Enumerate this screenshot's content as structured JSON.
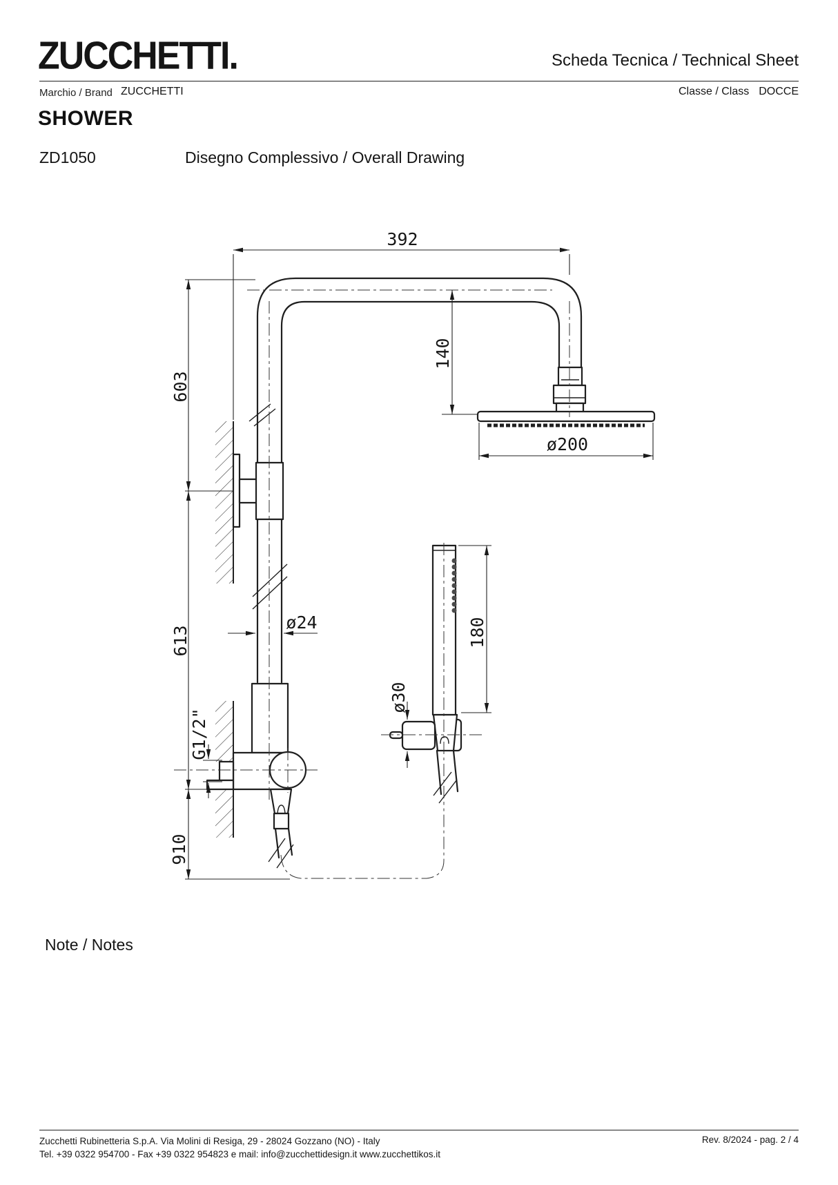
{
  "header": {
    "logo": "ZUCCHETTI.",
    "sheet_title": "Scheda Tecnica / Technical Sheet",
    "brand_label": "Marchio / Brand",
    "brand_value": "ZUCCHETTI",
    "class_label": "Classe / Class",
    "class_value": "DOCCE"
  },
  "product": {
    "category": "SHOWER",
    "code": "ZD1050",
    "drawing_title": "Disegno Complessivo / Overall Drawing"
  },
  "drawing": {
    "dimensions": {
      "top_arm_width": "392",
      "head_drop": "140",
      "upper_height": "603",
      "head_diameter": "ø200",
      "mid_height": "613",
      "pipe_diameter": "ø24",
      "handshower_length": "180",
      "holder_diameter": "ø30",
      "inlet_thread": "G1/2\"",
      "lower_height": "910"
    }
  },
  "notes": {
    "label": "Note / Notes"
  },
  "footer": {
    "address": "Zucchetti Rubinetteria S.p.A. Via Molini di Resiga, 29 - 28024 Gozzano (NO) - Italy",
    "contacts": "Tel. +39 0322 954700 - Fax +39 0322 954823 e mail: info@zucchettidesign.it www.zucchettikos.it",
    "revision": "Rev. 8/2024 - pag. 2 / 4"
  }
}
